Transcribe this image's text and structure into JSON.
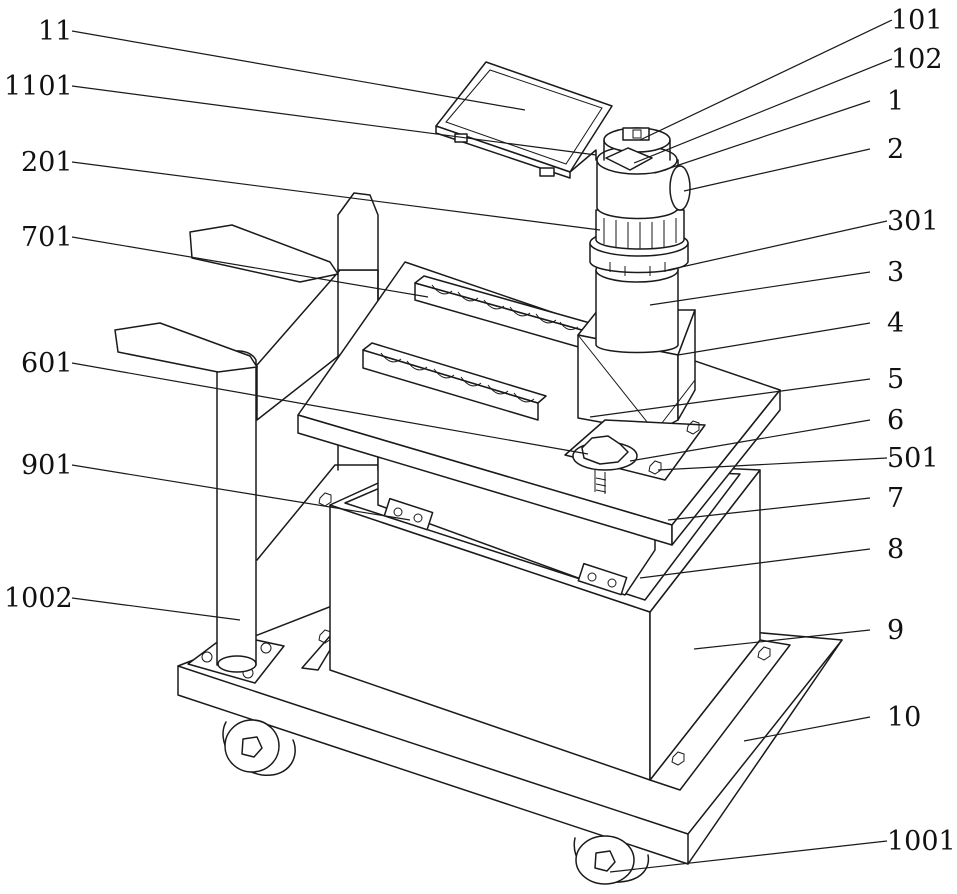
{
  "labels": {
    "l11": "11",
    "l1101": "1101",
    "l201": "201",
    "l701": "701",
    "l601": "601",
    "l901": "901",
    "l1002": "1002",
    "l101": "101",
    "l102": "102",
    "l1": "1",
    "l2": "2",
    "l301": "301",
    "l3": "3",
    "l4": "4",
    "l5": "5",
    "l6": "6",
    "l501": "501",
    "l7": "7",
    "l8": "8",
    "l9": "9",
    "l10": "10",
    "l1001": "1001"
  },
  "colors": {
    "stroke": "#1a1a1a",
    "background": "#ffffff",
    "text": "#111111"
  }
}
